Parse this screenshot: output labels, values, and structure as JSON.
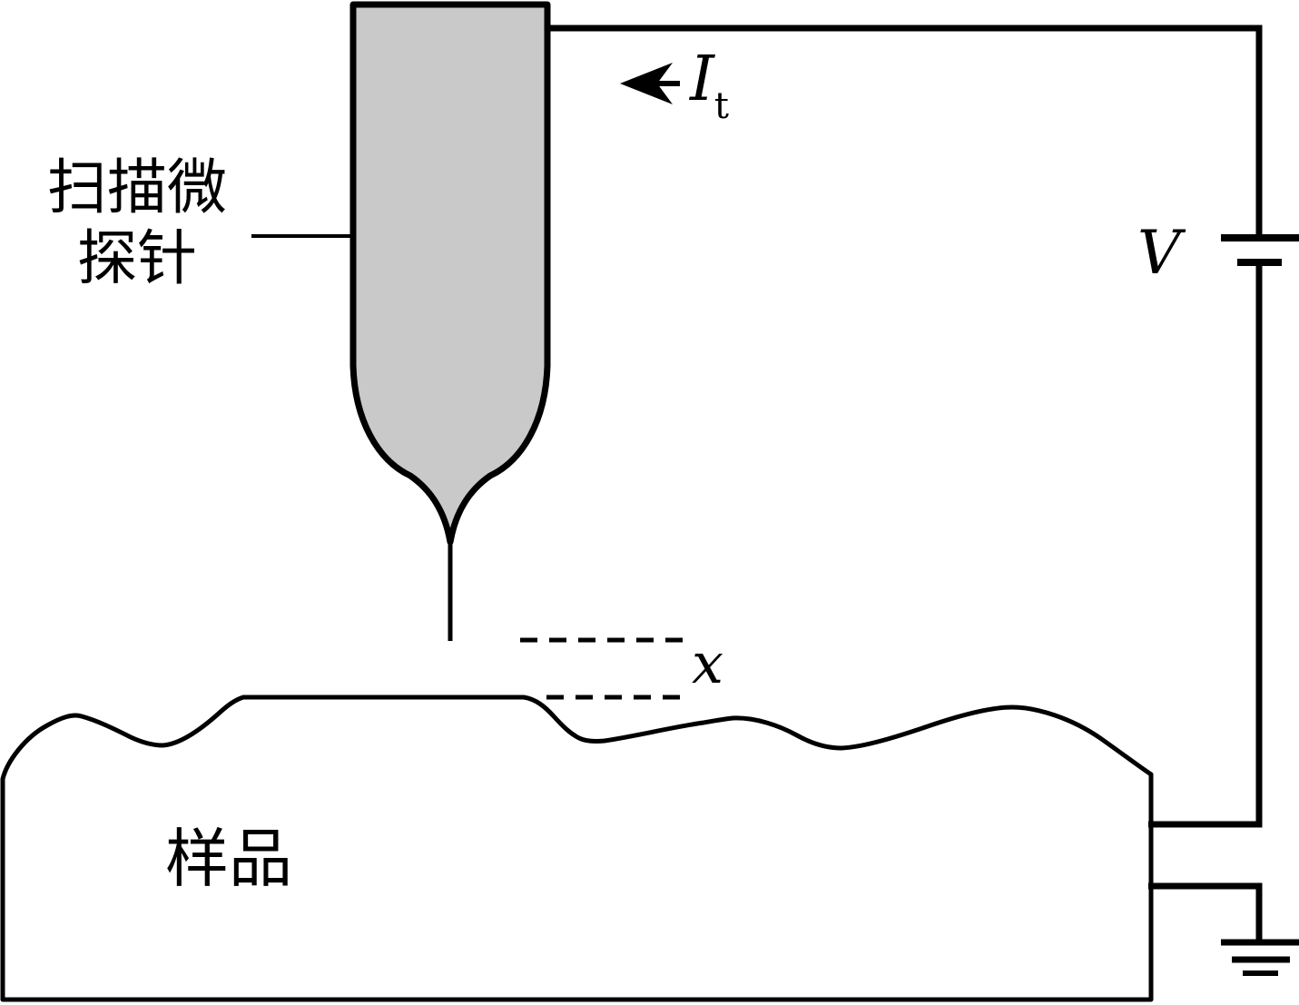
{
  "colors": {
    "background": "#ffffff",
    "line": "#000000",
    "probe_fill": "#c9c9c9"
  },
  "labels": {
    "probe_line1": "扫描微",
    "probe_line2": "探针",
    "sample": "样品",
    "current_symbol": "I",
    "current_subscript": "t",
    "voltage": "V",
    "gap": "x"
  },
  "icons": {
    "current_arrow": "left-arrowhead-icon",
    "battery": "battery-cell-icon",
    "ground": "earth-ground-icon"
  }
}
